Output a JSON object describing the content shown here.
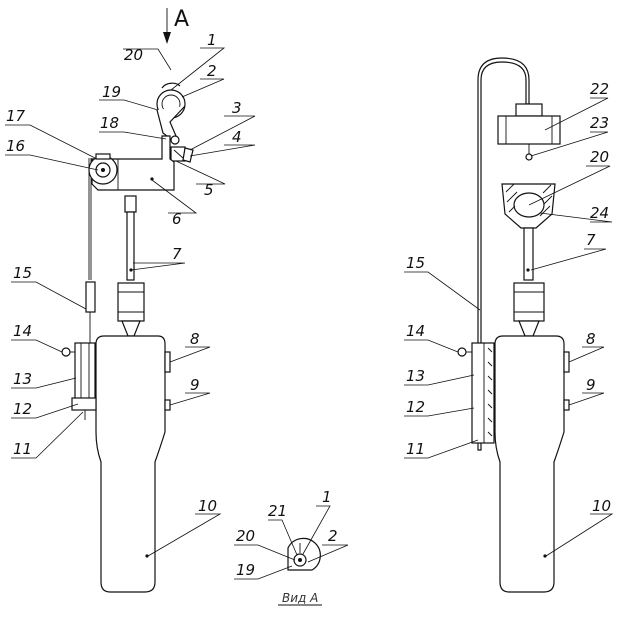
{
  "view_marker": "A",
  "caption": "Вид А",
  "left_callouts": [
    "20",
    "1",
    "2",
    "19",
    "18",
    "3",
    "4",
    "17",
    "16",
    "5",
    "6",
    "7",
    "15",
    "14",
    "8",
    "13",
    "9",
    "12",
    "11",
    "10"
  ],
  "right_callouts": [
    "22",
    "23",
    "20",
    "24",
    "7",
    "15",
    "14",
    "8",
    "13",
    "9",
    "12",
    "11",
    "10"
  ],
  "view_a_callouts": [
    "21",
    "1",
    "20",
    "2",
    "19"
  ]
}
